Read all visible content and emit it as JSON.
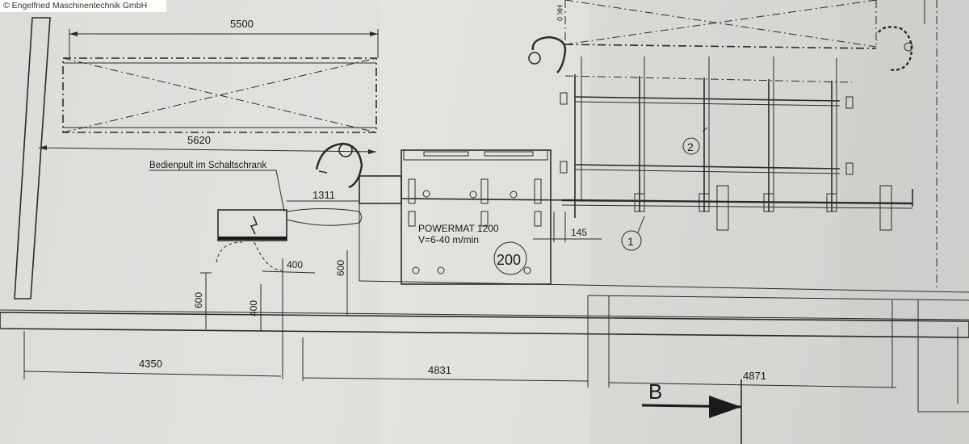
{
  "watermark": "© Engelfried Maschinentechnik GmbH",
  "dimensions": {
    "d5500": "5500",
    "d5620": "5620",
    "d1311": "1311",
    "d145": "145",
    "d400a": "400",
    "d600a": "600",
    "d600b": "600",
    "d400b": "400",
    "d4350": "4350",
    "d4831": "4831",
    "d4871": "4871"
  },
  "labels": {
    "console": "Bedienpult im Schaltschrank",
    "machine_name": "POWERMAT 1200",
    "machine_speed": "V=6-40 m/min",
    "machine_circle": "200",
    "callout_1": "1",
    "callout_2": "2",
    "section_mark": "B",
    "corner_text": "HK 0"
  }
}
